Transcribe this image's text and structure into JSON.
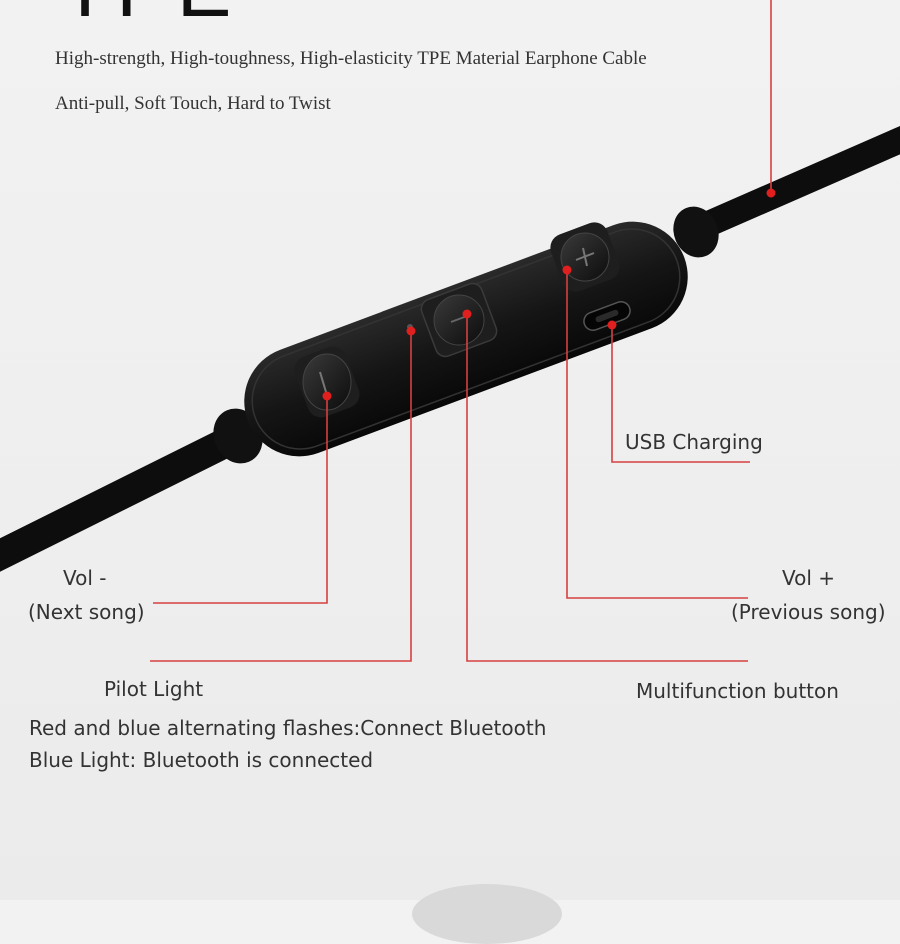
{
  "header": {
    "title": "TPE",
    "line1": "High-strength, High-toughness, High-elasticity TPE Material Earphone Cable",
    "line2": "Anti-pull, Soft Touch, Hard to Twist"
  },
  "callouts": {
    "usb": "USB Charging",
    "vol_minus": "Vol -",
    "vol_minus_sub": "(Next song)",
    "vol_plus": "Vol +",
    "vol_plus_sub": "(Previous song)",
    "pilot": "Pilot Light",
    "multifunction": "Multifunction button"
  },
  "notes": {
    "line1": "Red and blue alternating flashes:Connect Bluetooth",
    "line2": "Blue Light: Bluetooth is connected"
  },
  "colors": {
    "leader": "#e03535",
    "remote": "#141414",
    "background": "#efefef"
  }
}
